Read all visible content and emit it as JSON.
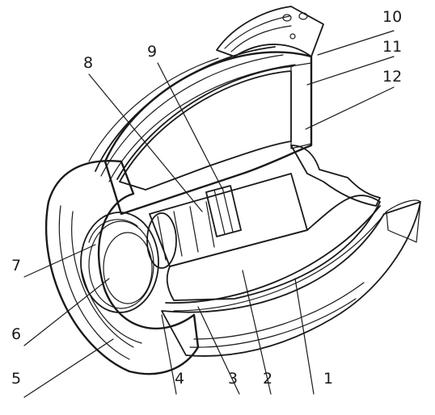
{
  "figure": {
    "callouts": [
      {
        "id": "1",
        "text": "1"
      },
      {
        "id": "2",
        "text": "2"
      },
      {
        "id": "3",
        "text": "3"
      },
      {
        "id": "4",
        "text": "4"
      },
      {
        "id": "5",
        "text": "5"
      },
      {
        "id": "6",
        "text": "6"
      },
      {
        "id": "7",
        "text": "7"
      },
      {
        "id": "8",
        "text": "8"
      },
      {
        "id": "9",
        "text": "9"
      },
      {
        "id": "10",
        "text": "10"
      },
      {
        "id": "11",
        "text": "11"
      },
      {
        "id": "12",
        "text": "12"
      }
    ]
  },
  "colors": {
    "ink": "#1a1a1a",
    "background": "#ffffff"
  }
}
